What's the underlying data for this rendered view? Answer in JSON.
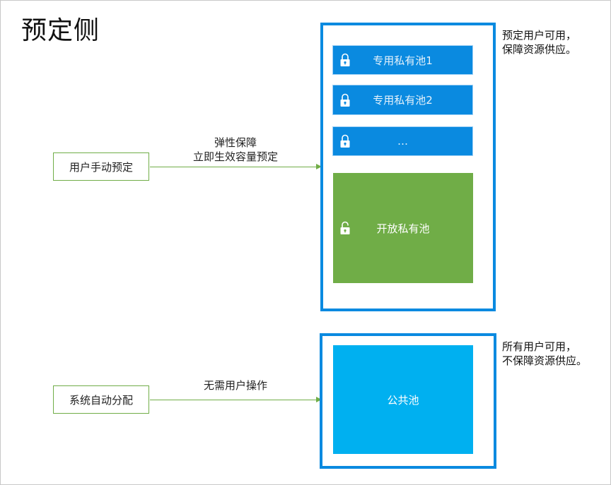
{
  "title": "预定侧",
  "reserved": {
    "source_label": "用户手动预定",
    "arrow_label_line1": "弹性保障",
    "arrow_label_line2": "立即生效容量预定",
    "pools": [
      {
        "label": "专用私有池1",
        "icon": "lock-icon",
        "type": "dedicated"
      },
      {
        "label": "专用私有池2",
        "icon": "lock-icon",
        "type": "dedicated"
      },
      {
        "label": "…",
        "icon": "lock-icon",
        "type": "dedicated"
      },
      {
        "label": "开放私有池",
        "icon": "unlock-icon",
        "type": "open"
      }
    ],
    "note_line1": "预定用户可用，",
    "note_line2": "保障资源供应。"
  },
  "public": {
    "source_label": "系统自动分配",
    "arrow_label": "无需用户操作",
    "pool_label": "公共池",
    "note_line1": "所有用户可用，",
    "note_line2": "不保障资源供应。"
  },
  "colors": {
    "container_border": "#0a8ae0",
    "dedicated_pool": "#0a8ae0",
    "open_pool": "#70ad47",
    "public_pool": "#00b0f0",
    "arrow": "#70ad47"
  }
}
